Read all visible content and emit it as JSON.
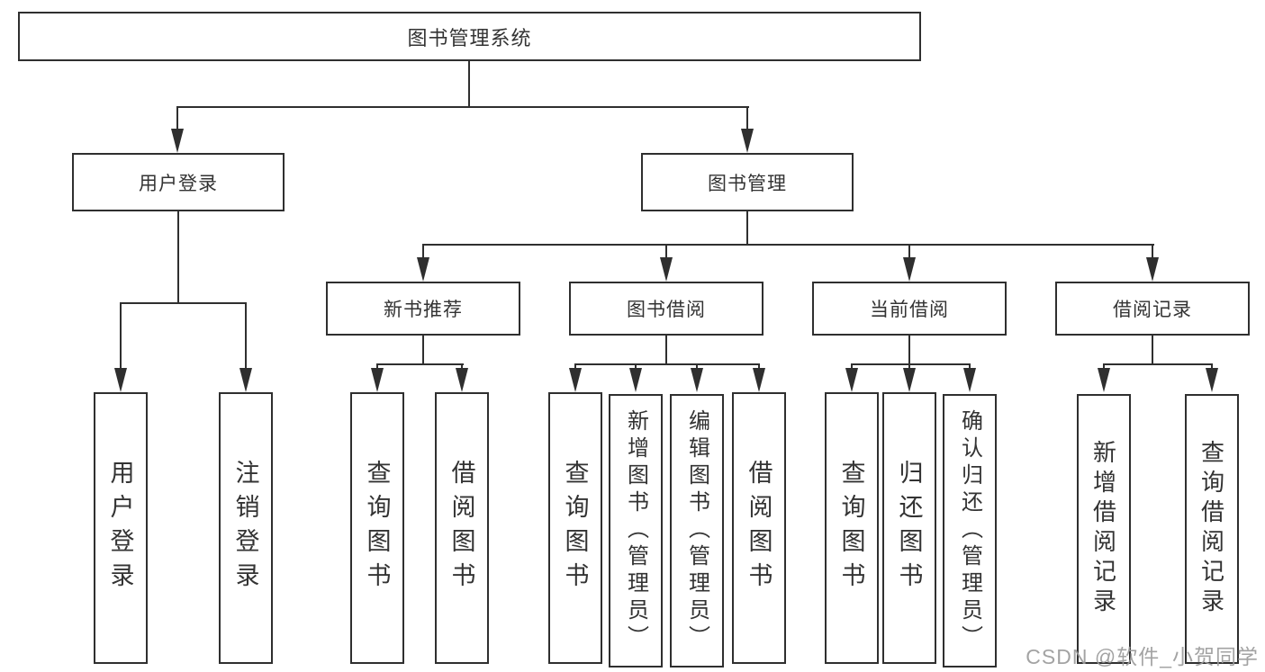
{
  "nodes": {
    "root": "图书管理系统",
    "level1": [
      "用户登录",
      "图书管理"
    ],
    "level2": [
      "新书推荐",
      "图书借阅",
      "当前借阅",
      "借阅记录"
    ],
    "leaves": {
      "user_login": [
        "用户登录",
        "注销登录"
      ],
      "new_book": [
        "查询图书",
        "借阅图书"
      ],
      "book_borrow": [
        "查询图书",
        "新增图书（管理员）",
        "编辑图书（管理员）",
        "借阅图书"
      ],
      "current_borrow": [
        "查询图书",
        "归还图书",
        "确认归还（管理员）"
      ],
      "borrow_record": [
        "新增借阅记录",
        "查询借阅记录"
      ]
    }
  },
  "watermark": "CSDN @软件_小贺同学",
  "colors": {
    "line": "#2f2f2f",
    "text": "#333333",
    "background": "#ffffff",
    "watermark": "#9b9b9b"
  }
}
